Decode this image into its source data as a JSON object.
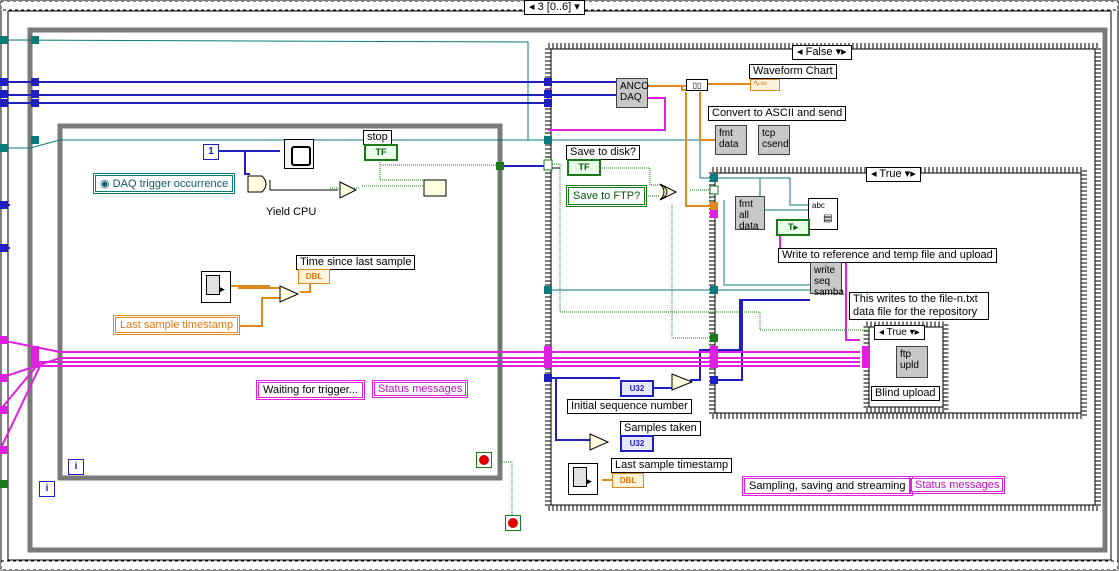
{
  "sequence": {
    "selector": "3 [0..6]"
  },
  "case_outer": {
    "selector": "False"
  },
  "case_inner": {
    "selector": "True"
  },
  "case_ftp": {
    "selector": "True"
  },
  "loop_left": {
    "constant_one": "1",
    "daq_trigger": "DAQ trigger occurrence",
    "yield_cpu": "Yield CPU",
    "stop_label": "stop",
    "stop_value": "TF",
    "time_since_label": "Time since last sample",
    "dbl_tag": "DBL",
    "last_ts_control": "Last sample timestamp",
    "waiting_text": "Waiting for trigger...",
    "status_messages": "Status messages",
    "iteration": "i"
  },
  "case_false": {
    "anco_daq": "ANCO DAQ",
    "waveform_chart": "Waveform Chart",
    "convert_label": "Convert to ASCII and send",
    "fmt_data": "fmt data",
    "tcp_csend": "tcp csend",
    "save_to_disk": "Save to disk?",
    "save_to_ftp": "Save to FTP?",
    "tf_value": "TF",
    "initial_seq": "Initial sequence number",
    "u32_tag": "U32",
    "samples_taken": "Samples taken",
    "last_ts_label": "Last sample timestamp",
    "dbl_tag": "DBL",
    "sampling_text": "Sampling, saving and streaming",
    "status_messages": "Status messages"
  },
  "case_true": {
    "fmt_all_data": "fmt all data",
    "abc_icon": "abc",
    "write_ref_label": "Write to reference and temp file and upload",
    "write_seq_samba": "write seq samba",
    "file_note": "This writes to the file-n.txt data file for the repository",
    "ftp_upld": "ftp upld",
    "blind_upload": "Blind upload"
  },
  "outer_iteration": "i",
  "colors": {
    "teal": "#0b7a7a",
    "blue": "#2020c0",
    "pink": "#e020e0",
    "orange": "#e08a1e",
    "green": "#1a7a1a",
    "frame": "#808080"
  }
}
